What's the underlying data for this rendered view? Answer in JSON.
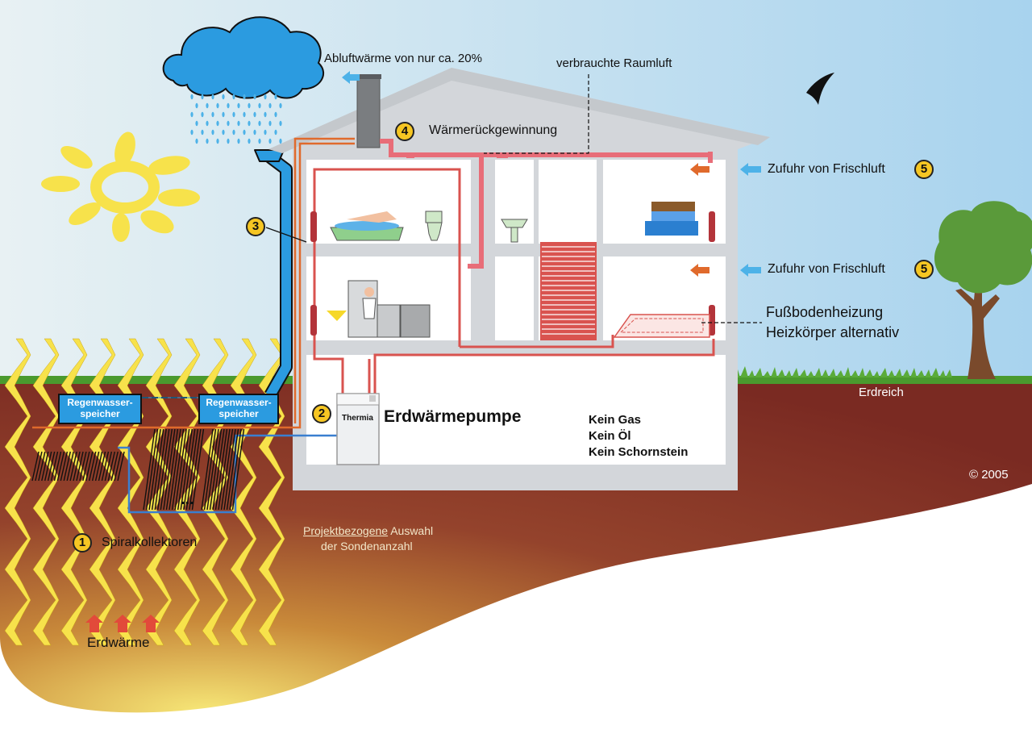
{
  "labels": {
    "exhaust": "Abluftwärme von nur ca. 20%",
    "stale_air": "verbrauchte Raumluft",
    "heat_recovery": "Wärmerückgewinnung",
    "fresh_air_top": "Zufuhr von Frischluft",
    "fresh_air_bottom": "Zufuhr von Frischluft",
    "floor_heating": "Fußbodenheizung",
    "radiator_alt": "Heizkörper alternativ",
    "soil": "Erdreich",
    "tank_left": "Regenwasser-\nspeicher",
    "tank_right": "Regenwasser-\nspeicher",
    "pump_brand": "Thermia",
    "heat_pump": "Erdwärmepumpe",
    "no_gas": "Kein Gas",
    "no_oil": "Kein Öl",
    "no_chimney": "Kein Schornstein",
    "copyright": "© 2005",
    "spiral": "Spiralkollektoren",
    "project_a": "Projektbezogene",
    "project_b": " Auswahl",
    "project_c": "der Sondenanzahl",
    "geothermal": "Erdwärme",
    "ellipsis": "..."
  },
  "badges": {
    "b1": "1",
    "b2": "2",
    "b3": "3",
    "b4": "4",
    "b5a": "5",
    "b5b": "5"
  },
  "colors": {
    "sky": "#b9dcef",
    "soil": "#8e3a2a",
    "grass": "#4a9a2e",
    "house": "#d3d6da",
    "pipe_red": "#d9534f",
    "water_blue": "#2b9be0",
    "sun_yellow": "#f6e04a",
    "badge": "#f6c623",
    "arrow_orange": "#e06a2c",
    "arrow_blue": "#4db2e8"
  },
  "icons": [
    "cloud-icon",
    "sun-icon",
    "bird-icon",
    "tree-icon",
    "rain-icon",
    "bathtub-icon",
    "toilet-icon",
    "sink-icon",
    "bed-icon",
    "kitchen-icon",
    "radiator-icon",
    "arrow-icon"
  ]
}
